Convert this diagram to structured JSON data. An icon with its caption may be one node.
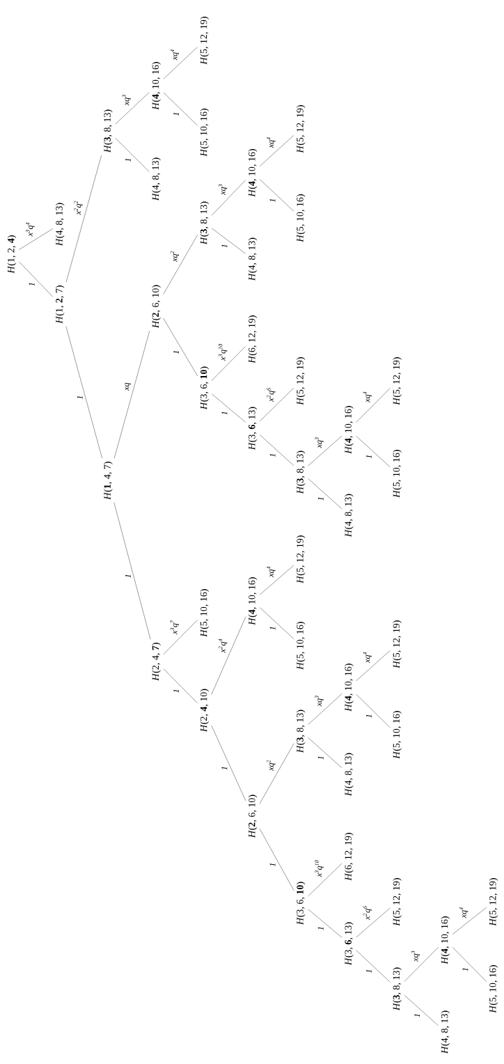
{
  "diagram": {
    "nodes": [
      {
        "text": [
          "*H*(1, 2, **4**)"
        ]
      },
      {
        "text": [
          "*H*(1, **2**, 7)"
        ]
      },
      {
        "text": [
          "*H*(**1**, 4, 7)"
        ]
      },
      {
        "text": [
          "*H*(2, 4, **7**)"
        ]
      },
      {
        "text": [
          "*H*(2, **4**, 10)"
        ]
      },
      {
        "text": [
          "*H*(**2**, 6, 10)"
        ]
      },
      {
        "text": [
          "*H*(3, 6, **10**)"
        ]
      },
      {
        "text": [
          "*H*(3, **6**, 13)"
        ]
      },
      {
        "text": [
          "*H*(**3**, 8, 13)"
        ]
      },
      {
        "text": [
          "*H*(4, 8, 13)"
        ]
      },
      {
        "text": [
          "*H*(**4**, 10, 16)"
        ]
      },
      {
        "text": [
          "*H*(5, 10, 16)"
        ]
      },
      {
        "text": [
          "*H*(5, 12, 19)"
        ]
      },
      {
        "text": [
          "*H*(5, 12, 19)"
        ]
      },
      {
        "text": [
          "*H*(6, 12, 19)"
        ]
      },
      {
        "text": [
          "*H*(**3**, 8, 13)"
        ]
      },
      {
        "text": [
          "*H*(4, 8, 13)"
        ]
      },
      {
        "text": [
          "*H*(**4**, 10, 16)"
        ]
      },
      {
        "text": [
          "*H*(5, 10, 16)"
        ]
      },
      {
        "text": [
          "*H*(5, 12, 19)"
        ]
      },
      {
        "text": [
          "*H*(**4**, 10, 16)"
        ]
      },
      {
        "text": [
          "*H*(5, 10, 16)"
        ]
      },
      {
        "text": [
          "*H*(5, 12, 19)"
        ]
      },
      {
        "text": [
          "*H*(5, 10, 16)"
        ]
      },
      {
        "text": [
          "*H*(**2**, 6, 10)"
        ]
      },
      {
        "text": [
          "*H*(3, 6, **10**)"
        ]
      },
      {
        "text": [
          "*H*(3, **6**, 13)"
        ]
      },
      {
        "text": [
          "*H*(**3**, 8, 13)"
        ]
      },
      {
        "text": [
          "*H*(4, 8, 13)"
        ]
      },
      {
        "text": [
          "*H*(**4**, 10, 16)"
        ]
      },
      {
        "text": [
          "*H*(5, 10, 16)"
        ]
      },
      {
        "text": [
          "*H*(5, 12, 19)"
        ]
      },
      {
        "text": [
          "*H*(5, 12, 19)"
        ]
      },
      {
        "text": [
          "*H*(6, 12, 19)"
        ]
      },
      {
        "text": [
          "*H*(**3**, 8, 13)"
        ]
      },
      {
        "text": [
          "*H*(4, 8, 13)"
        ]
      },
      {
        "text": [
          "*H*(**4**, 10, 16)"
        ]
      },
      {
        "text": [
          "*H*(5, 10, 16)"
        ]
      },
      {
        "text": [
          "*H*(5, 12, 19)"
        ]
      },
      {
        "text": [
          "*H*(**3**, 8, 13)"
        ]
      },
      {
        "text": [
          "*H*(4, 8, 13)"
        ]
      },
      {
        "text": [
          "*H*(**4**, 10, 16)"
        ]
      },
      {
        "text": [
          "*H*(5, 10, 16)"
        ]
      },
      {
        "text": [
          "*H*(5, 12, 19)"
        ]
      },
      {
        "text": [
          "*H*(4, 8, 13)"
        ]
      }
    ],
    "edges": [
      {
        "from": 0,
        "to": 1,
        "arrow": "none",
        "label": "1"
      },
      {
        "from": 1,
        "to": 2,
        "arrow": "none",
        "label": "1"
      },
      {
        "from": 2,
        "to": 3,
        "arrow": "none",
        "label": "1"
      },
      {
        "from": 3,
        "to": 4,
        "arrow": "none",
        "label": "1"
      },
      {
        "from": 4,
        "to": 5,
        "arrow": "none",
        "label": "1"
      },
      {
        "from": 5,
        "to": 6,
        "arrow": "none",
        "label": "1"
      },
      {
        "from": 6,
        "to": 7,
        "arrow": "none",
        "label": "1"
      },
      {
        "from": 7,
        "to": 8,
        "arrow": "none",
        "label": "1"
      },
      {
        "from": 8,
        "to": 9,
        "arrow": "none",
        "label": "1"
      },
      {
        "from": 8,
        "to": 10,
        "arrow": "none",
        "label": "xq$^{3}$"
      },
      {
        "from": 10,
        "to": 11,
        "arrow": "none",
        "label": "1"
      },
      {
        "from": 10,
        "to": 12,
        "arrow": "none",
        "label": "xq$^{4}$"
      },
      {
        "from": 7,
        "to": 13,
        "arrow": "none",
        "label": "x$^{2}$q$^{6}$"
      },
      {
        "from": 6,
        "to": 14,
        "arrow": "none",
        "label": "x$^{3}$q$^{10}$"
      },
      {
        "from": 5,
        "to": 15,
        "arrow": "none",
        "label": "xq$^{2}$"
      },
      {
        "from": 15,
        "to": 16,
        "arrow": "none",
        "label": "1"
      },
      {
        "from": 15,
        "to": 17,
        "arrow": "none",
        "label": "xq$^{3}$"
      },
      {
        "from": 17,
        "to": 18,
        "arrow": "none",
        "label": "1"
      },
      {
        "from": 17,
        "to": 19,
        "arrow": "none",
        "label": "xq$^{4}$"
      },
      {
        "from": 4,
        "to": 20,
        "arrow": "none",
        "label": "x$^{2}$q$^{4}$"
      },
      {
        "from": 20,
        "to": 21,
        "arrow": "none",
        "label": "1"
      },
      {
        "from": 20,
        "to": 22,
        "arrow": "none",
        "label": "xq$^{4}$"
      },
      {
        "from": 3,
        "to": 23,
        "arrow": "none",
        "label": "x$^{3}$q$^{7}$"
      },
      {
        "from": 2,
        "to": 24,
        "arrow": "none",
        "label": "xq"
      },
      {
        "from": 24,
        "to": 25,
        "arrow": "none",
        "label": "1"
      },
      {
        "from": 25,
        "to": 26,
        "arrow": "none",
        "label": "1"
      },
      {
        "from": 26,
        "to": 27,
        "arrow": "none",
        "label": "1"
      },
      {
        "from": 27,
        "to": 28,
        "arrow": "none",
        "label": "1"
      },
      {
        "from": 27,
        "to": 29,
        "arrow": "none",
        "label": "xq$^{3}$"
      },
      {
        "from": 29,
        "to": 30,
        "arrow": "none",
        "label": "1"
      },
      {
        "from": 29,
        "to": 31,
        "arrow": "none",
        "label": "xq$^{4}$"
      },
      {
        "from": 26,
        "to": 32,
        "arrow": "none",
        "label": "x$^{2}$q$^{6}$"
      },
      {
        "from": 25,
        "to": 33,
        "arrow": "none",
        "label": "x$^{3}$q$^{10}$"
      },
      {
        "from": 24,
        "to": 34,
        "arrow": "none",
        "label": "xq$^{2}$"
      },
      {
        "from": 34,
        "to": 35,
        "arrow": "none",
        "label": "1"
      },
      {
        "from": 34,
        "to": 36,
        "arrow": "none",
        "label": "xq$^{3}$"
      },
      {
        "from": 36,
        "to": 37,
        "arrow": "none",
        "label": "1"
      },
      {
        "from": 36,
        "to": 38,
        "arrow": "none",
        "label": "xq$^{4}$"
      },
      {
        "from": 1,
        "to": 39,
        "arrow": "none",
        "label": "x$^{2}$q$^{2}$"
      },
      {
        "from": 39,
        "to": 40,
        "arrow": "none",
        "label": "1"
      },
      {
        "from": 39,
        "to": 41,
        "arrow": "none",
        "label": "xq$^{3}$"
      },
      {
        "from": 41,
        "to": 42,
        "arrow": "none",
        "label": "1"
      },
      {
        "from": 41,
        "to": 43,
        "arrow": "none",
        "label": "xq$^{4}$"
      },
      {
        "from": 0,
        "to": 44,
        "arrow": "none",
        "label": "x$^{3}$q$^{4}$"
      }
    ]
  }
}
